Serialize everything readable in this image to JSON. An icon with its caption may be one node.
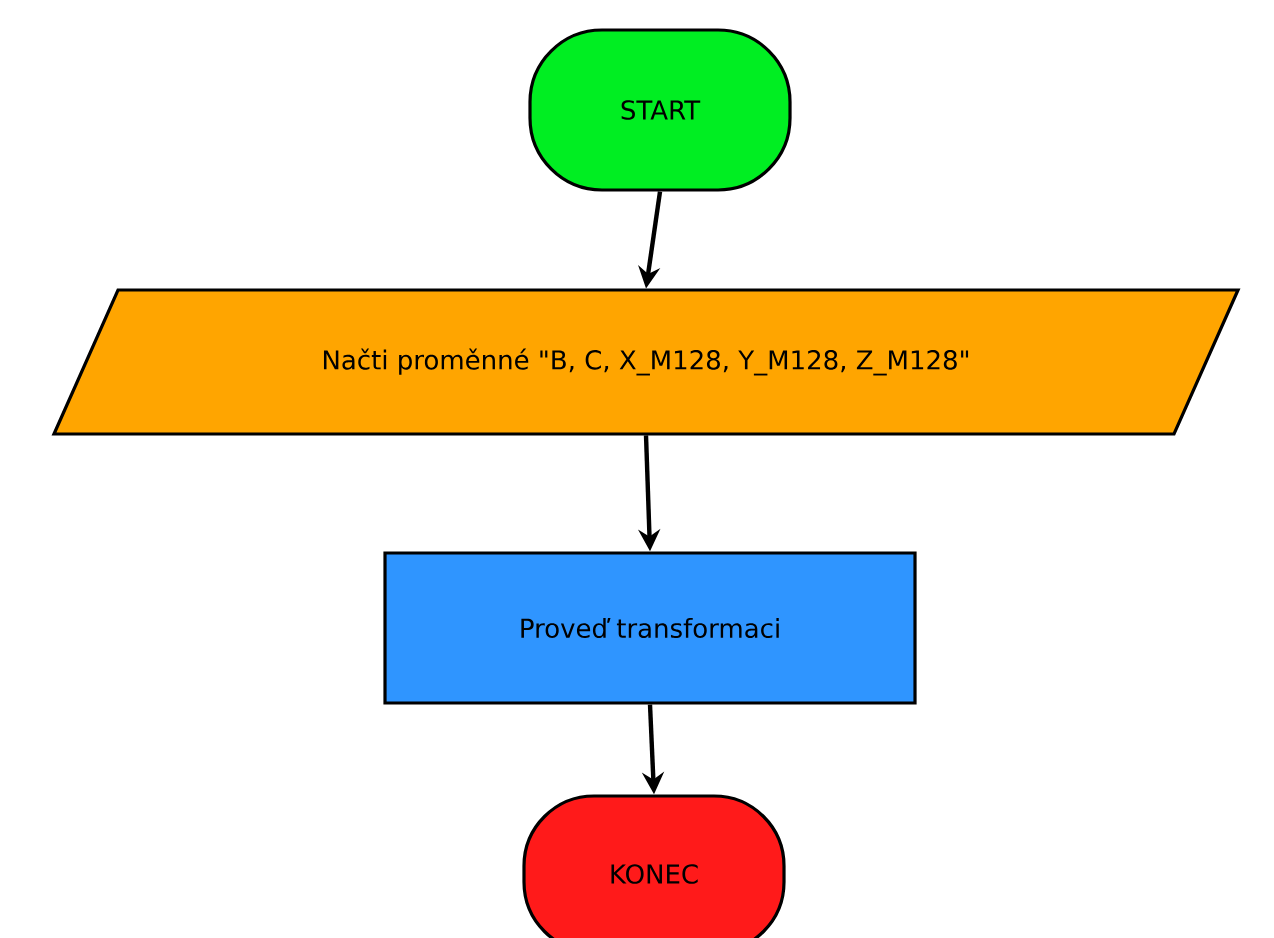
{
  "diagram": {
    "nodes": [
      {
        "text": [
          "START"
        ]
      },
      {
        "text": [
          "Načti proměnné \"B, C, X_M128, Y_M128, Z_M128\""
        ]
      },
      {
        "text": [
          "Proveď transformaci"
        ]
      },
      {
        "text": [
          "KONEC"
        ]
      }
    ],
    "edges": [
      {
        "from": 0,
        "to": 1,
        "arrow": "to"
      },
      {
        "from": 1,
        "to": 2,
        "arrow": "to"
      },
      {
        "from": 2,
        "to": 3,
        "arrow": "to"
      }
    ]
  }
}
